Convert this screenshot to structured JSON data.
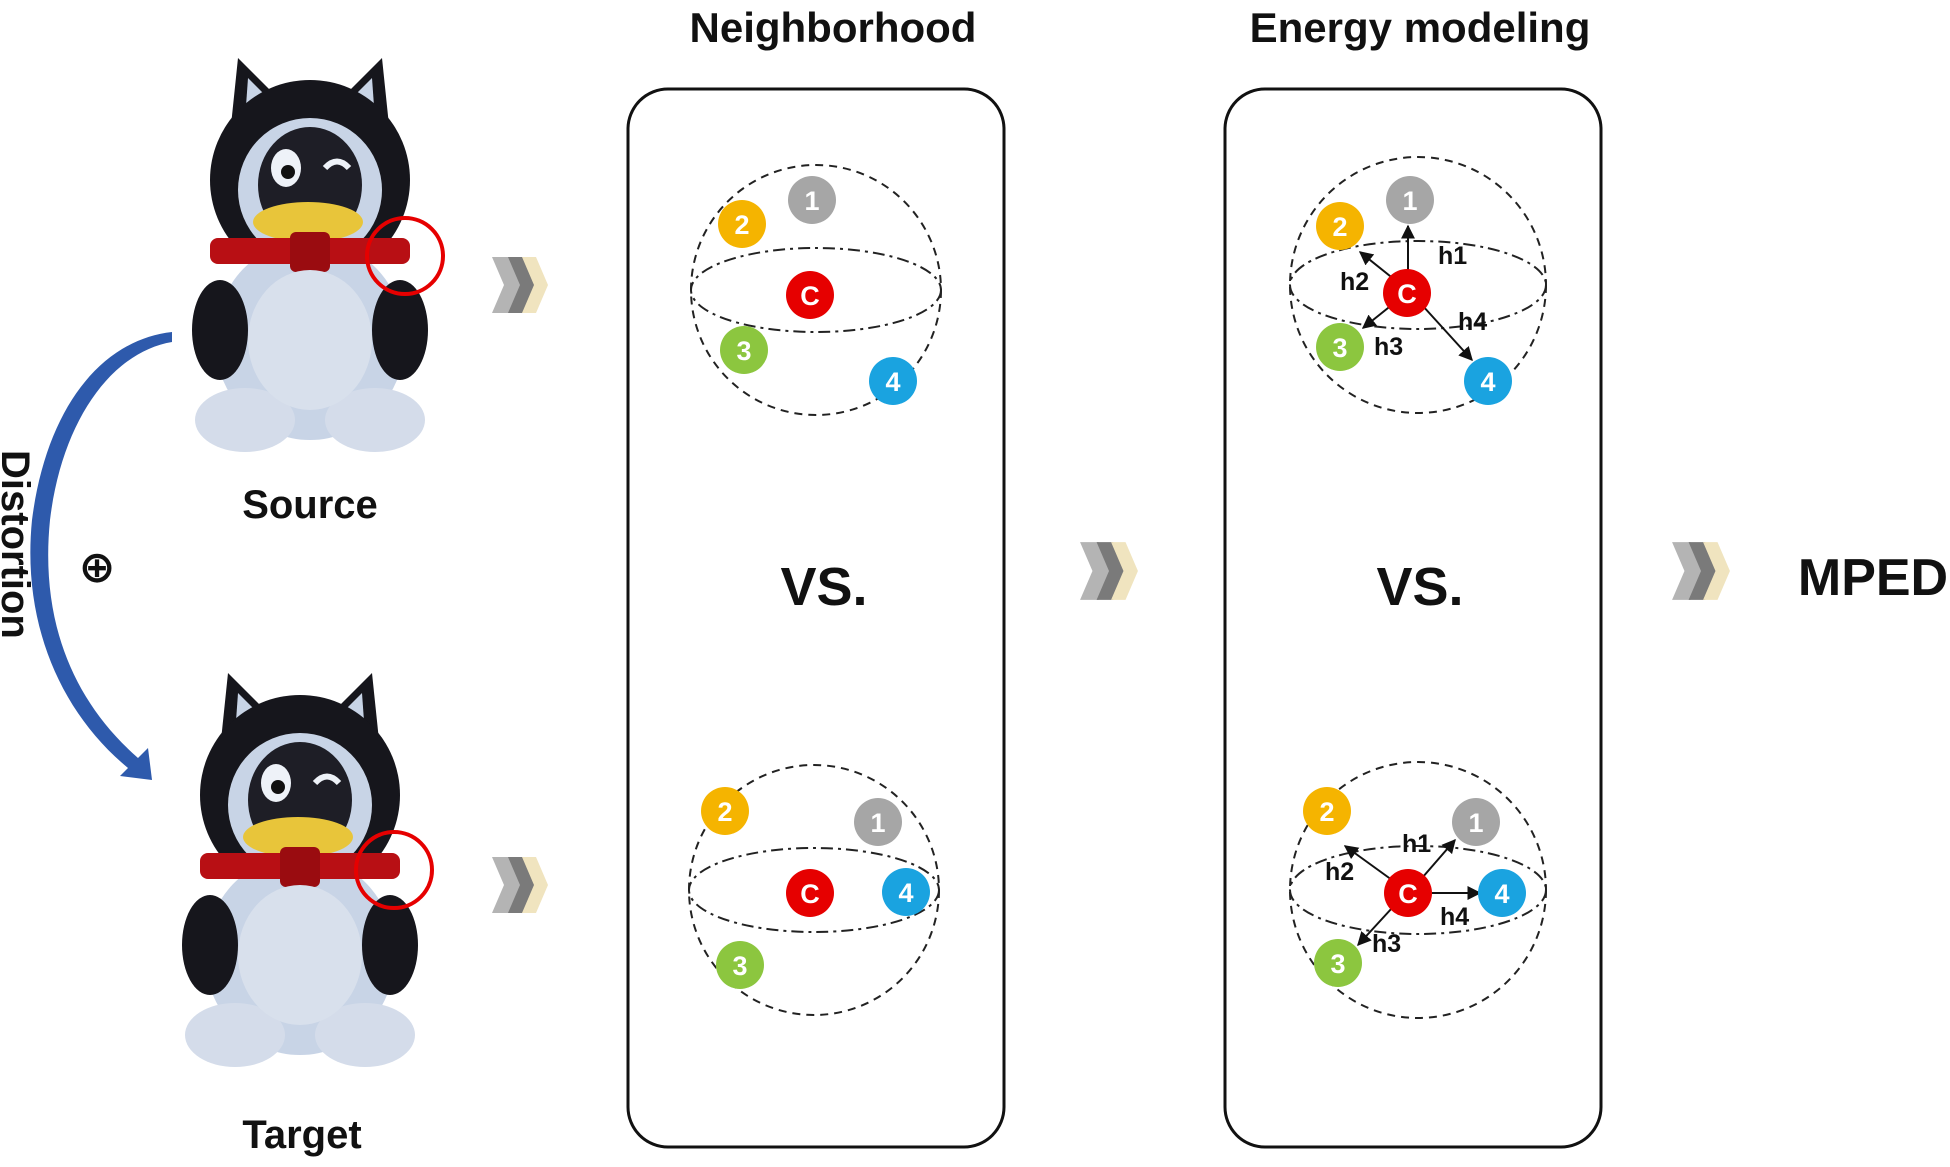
{
  "headers": {
    "neighborhood": "Neighborhood",
    "energy": "Energy modeling"
  },
  "labels": {
    "source": "Source",
    "target": "Target",
    "distortion": "Distortion",
    "oplus": "⊕"
  },
  "vs_text": "VS.",
  "output": "MPED",
  "points": {
    "p1": "1",
    "p2": "2",
    "p3": "3",
    "p4": "4",
    "center": "C"
  },
  "energy_labels": {
    "h1": "h1",
    "h2": "h2",
    "h3": "h3",
    "h4": "h4"
  },
  "colors": {
    "p1": "#a6a6a6",
    "p2": "#f5b400",
    "p3": "#8cc63f",
    "p4": "#1aa3e0",
    "center": "#e60000",
    "arrow_curve": "#2e5aac",
    "ring": "#e60000",
    "fur_dark": "#16161c",
    "fur_light": "#c8d4e6",
    "collar": "#b80f14",
    "beak": "#e8c53a"
  }
}
